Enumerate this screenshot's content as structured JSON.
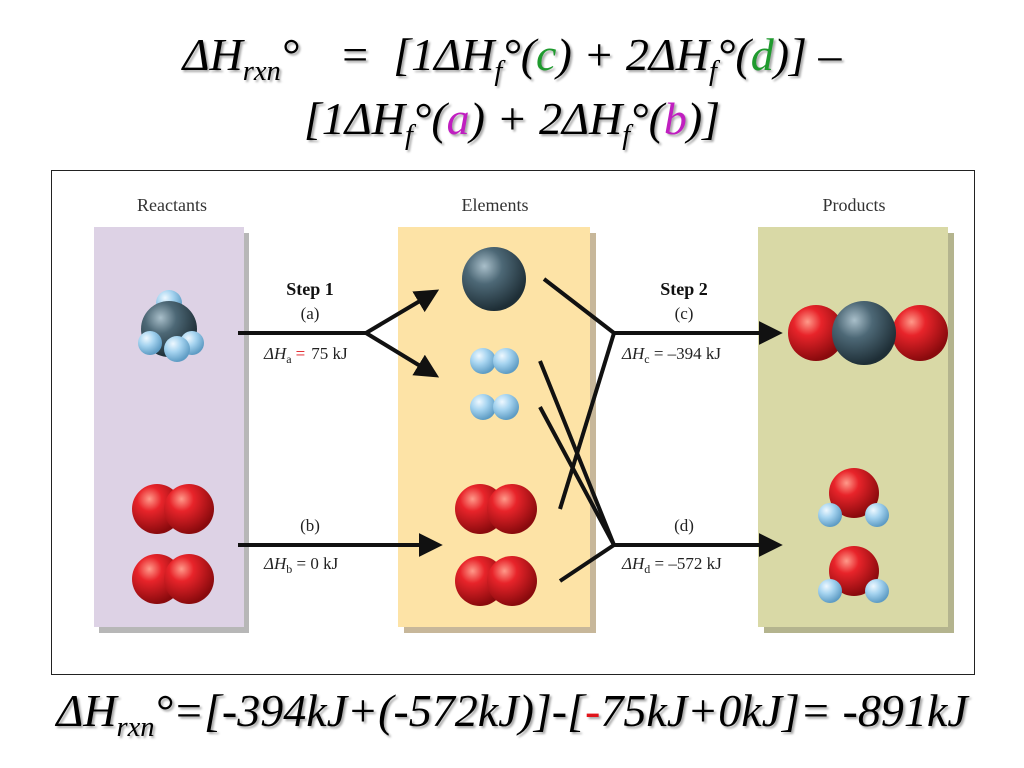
{
  "equations": {
    "line1": {
      "dh": "ΔH",
      "sub": "rxn",
      "deg": "°",
      "eq": "=",
      "open": "[1ΔH",
      "f1": "f",
      "mid1": "°(",
      "c": "c",
      "mid2": ") + 2ΔH",
      "f2": "f",
      "mid3": "°(",
      "d": "d",
      "close": ")] –"
    },
    "line2": {
      "open": "[1ΔH",
      "f1": "f",
      "mid1": "°(",
      "a": "a",
      "mid2": ") + 2ΔH",
      "f2": "f",
      "mid3": "°(",
      "b": "b",
      "close": ")]"
    },
    "line3": {
      "dh": "ΔH",
      "sub": "rxn",
      "p1": "°=[-394kJ+(-572kJ)]-[",
      "neg": "-",
      "p2": "75kJ+0kJ]= -891kJ"
    }
  },
  "columns": {
    "reactants": "Reactants",
    "elements": "Elements",
    "products": "Products"
  },
  "steps": {
    "step1": {
      "title": "Step 1",
      "a_label": "(a)",
      "dh_a_sym": "ΔH",
      "dh_a_sub": "a",
      "dh_a_eq": "=",
      "dh_a_val": "75 kJ",
      "b_label": "(b)",
      "dh_b_sym": "ΔH",
      "dh_b_sub": "b",
      "dh_b_val": " = 0 kJ"
    },
    "step2": {
      "title": "Step 2",
      "c_label": "(c)",
      "dh_c_sym": "ΔH",
      "dh_c_sub": "c",
      "dh_c_val": " = –394 kJ",
      "d_label": "(d)",
      "dh_d_sym": "ΔH",
      "dh_d_sub": "d",
      "dh_d_val": " = –572 kJ"
    }
  },
  "colors": {
    "reactants_panel": "#ddd2e5",
    "elements_panel": "#fde3a6",
    "products_panel": "#d9d9a6",
    "oxygen": "#d8181c",
    "carbon": "#3f5866",
    "hydrogen": "#9fd0ee",
    "green": "#1f9a2e",
    "magenta": "#c01fc0",
    "red": "#e0141b"
  }
}
